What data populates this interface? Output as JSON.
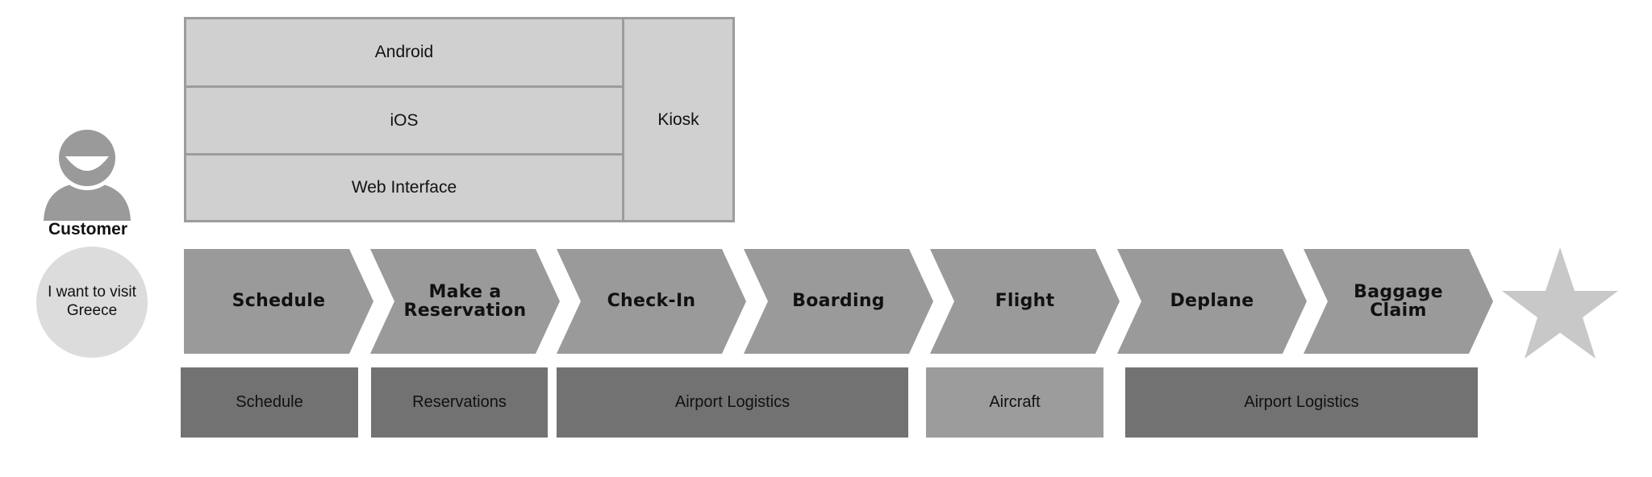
{
  "channels": {
    "android": "Android",
    "ios": "iOS",
    "web": "Web Interface",
    "kiosk": "Kiosk"
  },
  "customer": {
    "label": "Customer",
    "goal_line1": "I want to visit",
    "goal_line2": "Greece"
  },
  "stages": [
    {
      "line1": "Schedule",
      "line2": ""
    },
    {
      "line1": "Make a",
      "line2": "Reservation"
    },
    {
      "line1": "Check-In",
      "line2": ""
    },
    {
      "line1": "Boarding",
      "line2": ""
    },
    {
      "line1": "Flight",
      "line2": ""
    },
    {
      "line1": "Deplane",
      "line2": ""
    },
    {
      "line1": "Baggage",
      "line2": "Claim"
    }
  ],
  "systems": [
    {
      "label": "Schedule"
    },
    {
      "label": "Reservations"
    },
    {
      "label": "Airport Logistics"
    },
    {
      "label": "Aircraft"
    },
    {
      "label": "Airport Logistics"
    }
  ],
  "colors": {
    "channel_fill": "#d0d0d0",
    "channel_border": "#9c9c9c",
    "chevron_fill": "#9a9a9a",
    "system_dark": "#727272",
    "system_light": "#9c9c9c",
    "star": "#c8c8c8",
    "person": "#9a9a9a"
  }
}
